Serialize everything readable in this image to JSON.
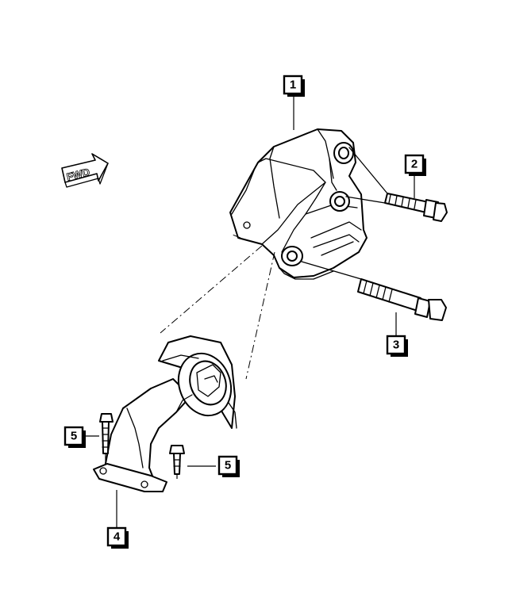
{
  "fwd_indicator": {
    "label": "FWD"
  },
  "callouts": [
    {
      "id": "callout-1",
      "label": "1"
    },
    {
      "id": "callout-2",
      "label": "2"
    },
    {
      "id": "callout-3",
      "label": "3"
    },
    {
      "id": "callout-4",
      "label": "4"
    },
    {
      "id": "callout-5a",
      "label": "5"
    },
    {
      "id": "callout-5b",
      "label": "5"
    }
  ]
}
